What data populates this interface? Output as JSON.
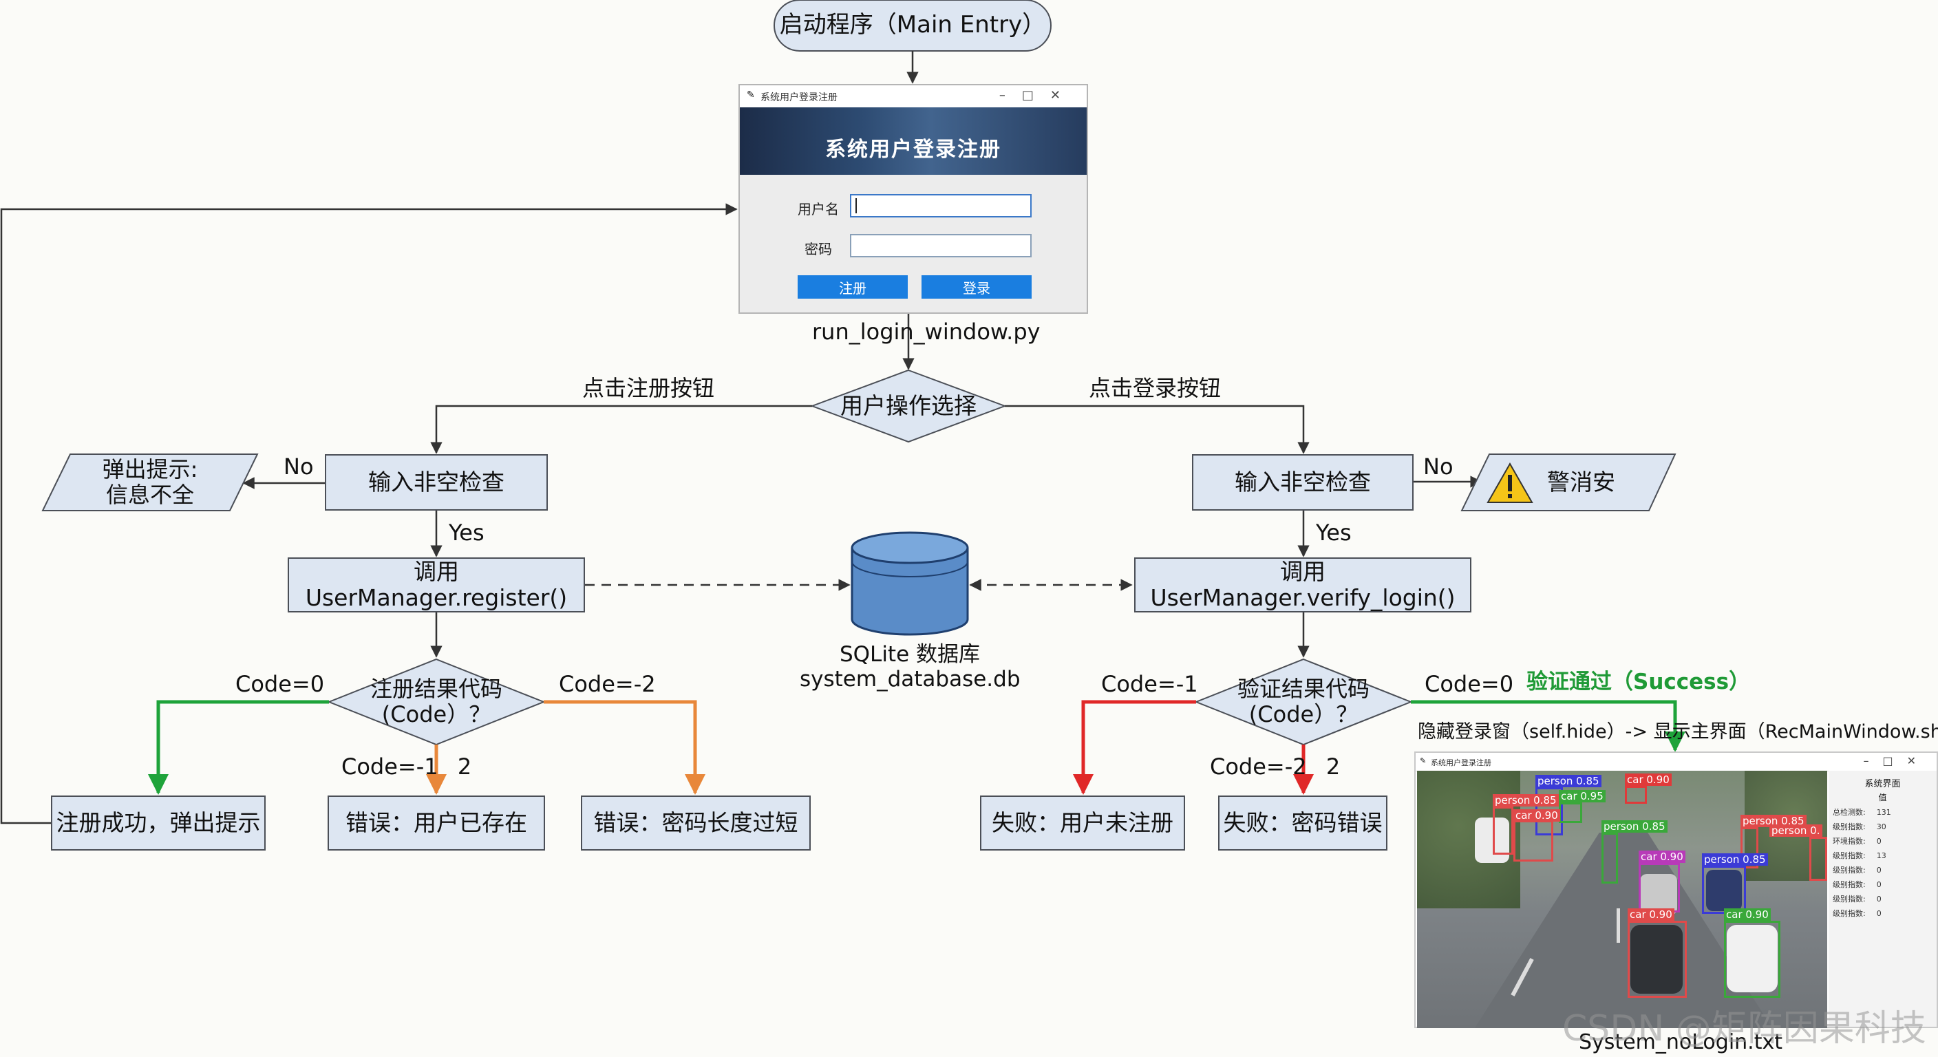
{
  "start": "启动程序（Main Entry）",
  "login_window": {
    "title": "系统用户登录注册",
    "banner": "系统用户登录注册",
    "username_label": "用户名",
    "password_label": "密码",
    "register_btn": "注册",
    "login_btn": "登录",
    "caption": "run_login_window.py"
  },
  "choice": "用户操作选择",
  "click_register": "点击注册按钮",
  "click_login": "点击登录按钮",
  "left": {
    "check": "输入非空检查",
    "no": "No",
    "yes": "Yes",
    "warn_line1": "弹出提示:",
    "warn_line2": "信息不全",
    "call": "调用 UserManager.register()",
    "decision_line1": "注册结果代码",
    "decision_line2": "(Code）？",
    "code0": "Code=0",
    "code_m2": "Code=-2",
    "code_m1": "Code=-1",
    "code_m1_suffix": "2",
    "success": "注册成功，弹出提示",
    "exists": "错误：用户已存在",
    "short": "错误：密码长度过短"
  },
  "database": {
    "line1": "SQLite 数据库",
    "line2": "system_database.db"
  },
  "right": {
    "check": "输入非空检查",
    "no": "No",
    "yes": "Yes",
    "warn": "警消安",
    "call": "调用 UserManager.verify_login()",
    "decision_line1": "验证结果代码",
    "decision_line2": "(Code）？",
    "code_m1": "Code=-1",
    "code0": "Code=0",
    "success": "验证通过（Success）",
    "code_m2": "Code=-2",
    "code_m2_suffix": "2",
    "not_registered": "失败：用户未注册",
    "wrong_pw": "失败：密码错误",
    "hide_show": "隐藏登录窗（self.hide）-> 显示主界面（RecMainWindow.show）"
  },
  "main_window": {
    "title": "系统用户登录注册",
    "panel_title": "系统界面",
    "panel_sub": "值",
    "stats": [
      {
        "label": "总检测数:",
        "value": "131"
      },
      {
        "label": "级别指数:",
        "value": "30"
      },
      {
        "label": "环境指数:",
        "value": "0"
      },
      {
        "label": "级别指数:",
        "value": "13"
      },
      {
        "label": "级别指数:",
        "value": "0"
      },
      {
        "label": "级别指数:",
        "value": "0"
      },
      {
        "label": "级别指数:",
        "value": "0"
      },
      {
        "label": "级别指数:",
        "value": "0"
      }
    ],
    "detections": [
      {
        "label": "person 0.85",
        "color": "#3b3bd6"
      },
      {
        "label": "car 0.90",
        "color": "#e03a3a"
      },
      {
        "label": "person 0.85",
        "color": "#e04a4a"
      },
      {
        "label": "car 0.95",
        "color": "#3aa83a"
      },
      {
        "label": "car 0.90",
        "color": "#e04a4a"
      },
      {
        "label": "person 0.85",
        "color": "#3aa83a"
      },
      {
        "label": "person 0.85",
        "color": "#e04a4a"
      },
      {
        "label": "person 0.",
        "color": "#e04a4a"
      },
      {
        "label": "car 0.90",
        "color": "#b83ab8"
      },
      {
        "label": "person 0.85",
        "color": "#3b3bd6"
      },
      {
        "label": "car 0.90",
        "color": "#e04a4a"
      },
      {
        "label": "car 0.90",
        "color": "#3aa83a"
      }
    ],
    "caption": "System_noLogin.txt"
  },
  "watermark": "CSDN @矩阵因果科技",
  "colors": {
    "node_fill": "#dde6f2",
    "green": "#1ea33a",
    "orange": "#e8873a",
    "red": "#e02828",
    "db": "#5a8cc8",
    "line": "#333333"
  }
}
